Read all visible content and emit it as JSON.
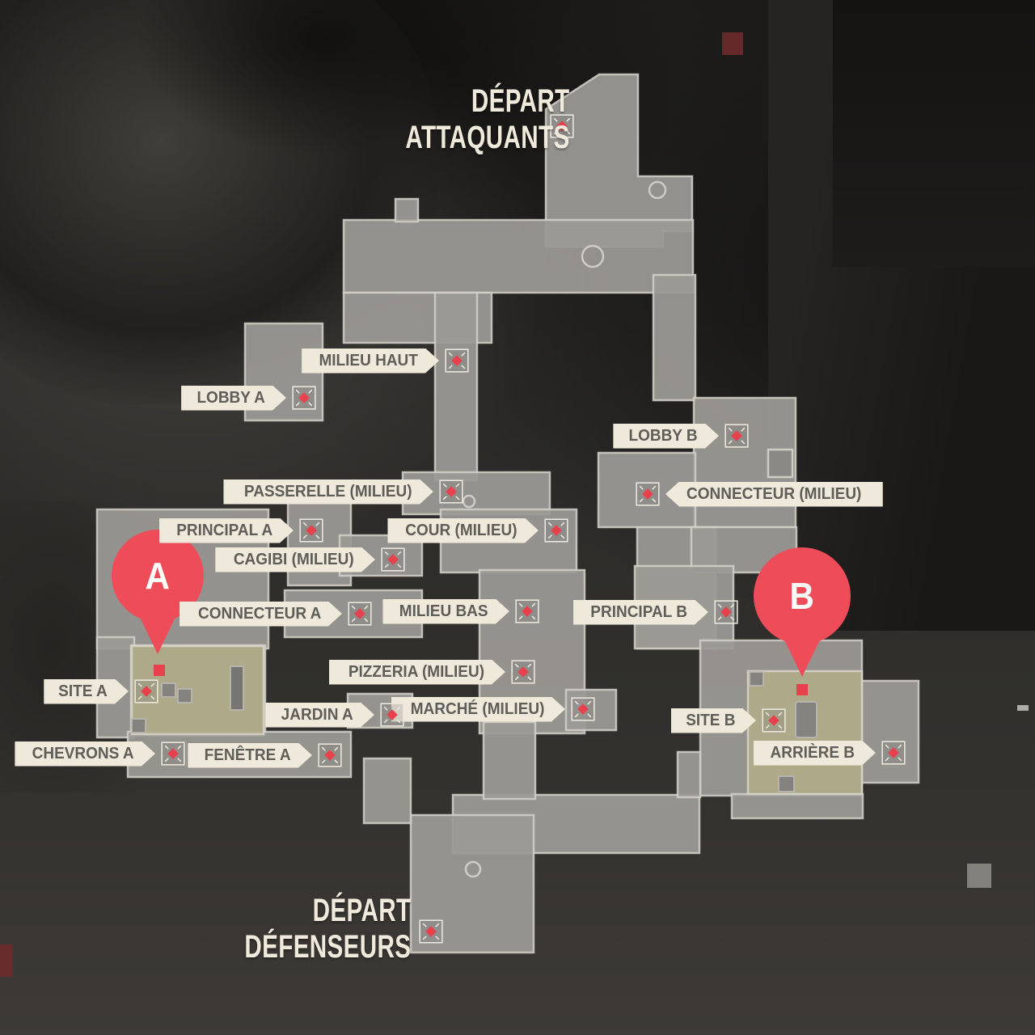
{
  "map_name_context": "game-minimap-callouts",
  "titles": {
    "attackers": {
      "line1": "DÉPART",
      "line2": "ATTAQUANTS"
    },
    "defenders": {
      "line1": "DÉPART",
      "line2": "DÉFENSEURS"
    }
  },
  "pins": [
    {
      "letter": "A"
    },
    {
      "letter": "B"
    }
  ],
  "callouts": [
    {
      "label": "MILIEU HAUT"
    },
    {
      "label": "LOBBY A"
    },
    {
      "label": "LOBBY B"
    },
    {
      "label": "CONNECTEUR (MILIEU)"
    },
    {
      "label": "PASSERELLE (MILIEU)"
    },
    {
      "label": "PRINCIPAL A"
    },
    {
      "label": "COUR (MILIEU)"
    },
    {
      "label": "CAGIBI (MILIEU)"
    },
    {
      "label": "CONNECTEUR A"
    },
    {
      "label": "MILIEU BAS"
    },
    {
      "label": "PRINCIPAL B"
    },
    {
      "label": "PIZZERIA (MILIEU)"
    },
    {
      "label": "MARCHÉ (MILIEU)"
    },
    {
      "label": "JARDIN A"
    },
    {
      "label": "SITE A"
    },
    {
      "label": "SITE B"
    },
    {
      "label": "CHEVRONS A"
    },
    {
      "label": "FENÊTRE A"
    },
    {
      "label": "ARRIÈRE B"
    }
  ],
  "icons": {
    "spot_marker": "crosshair-diamond-marker"
  },
  "colors": {
    "map_fill": "#9B9995",
    "map_border": "#D3D0C9",
    "site_fill": "#AEAA88",
    "label_bg": "#EFE9DB",
    "label_text": "#5E5D58",
    "marker_red": "#E8414E",
    "pin_red": "#EF4C59",
    "title_text": "#F0EADD",
    "background": "#2B2A28"
  }
}
